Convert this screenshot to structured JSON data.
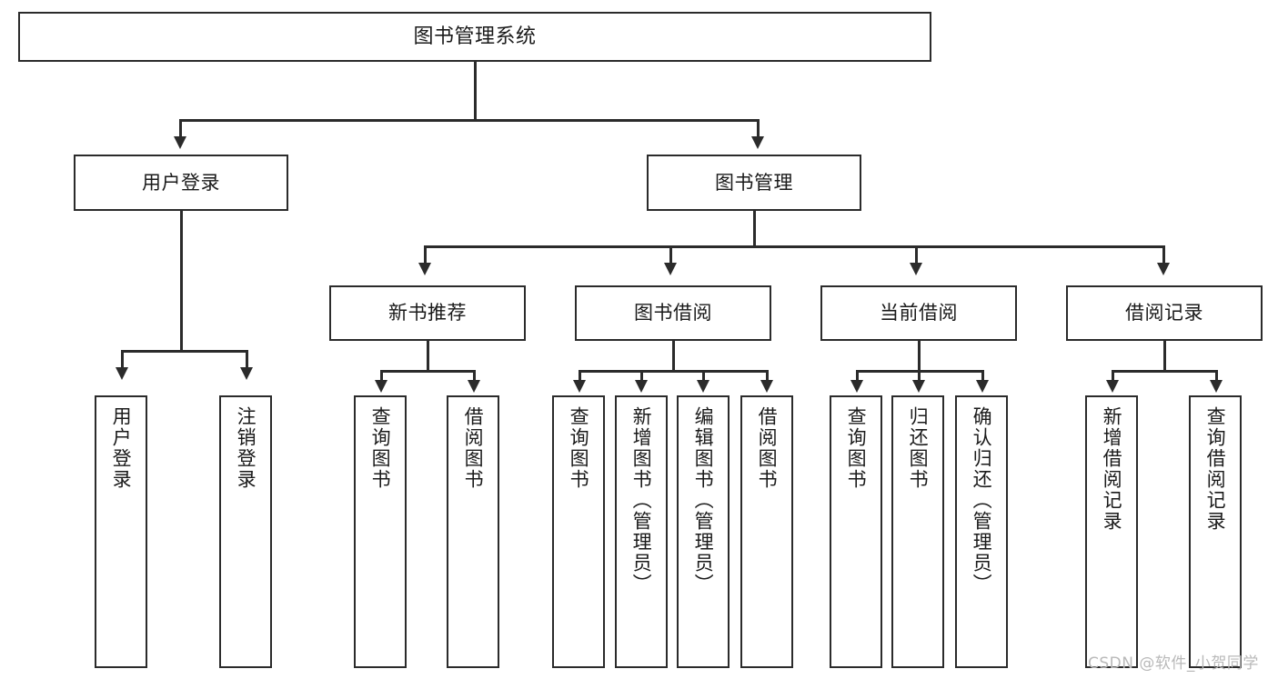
{
  "diagram": {
    "type": "tree",
    "title": "图书管理系统",
    "watermark": "CSDN @软件_小贺同学",
    "colors": {
      "stroke": "#2b2b2b",
      "background": "#ffffff",
      "text": "#1a1a1a",
      "watermark": "#b9b9b9"
    },
    "nodes": {
      "root": {
        "label": "图书管理系统"
      },
      "level2": [
        {
          "label": "用户登录"
        },
        {
          "label": "图书管理"
        }
      ],
      "level3": [
        {
          "label": "新书推荐"
        },
        {
          "label": "图书借阅"
        },
        {
          "label": "当前借阅"
        },
        {
          "label": "借阅记录"
        }
      ],
      "leaves": {
        "user_login": [
          {
            "label": "用户登录"
          },
          {
            "label": "注销登录"
          }
        ],
        "new_book_recommend": [
          {
            "label": "查询图书"
          },
          {
            "label": "借阅图书"
          }
        ],
        "book_borrow": [
          {
            "label": "查询图书"
          },
          {
            "label": "新增图书（管理员）"
          },
          {
            "label": "编辑图书（管理员）"
          },
          {
            "label": "借阅图书"
          }
        ],
        "current_borrow": [
          {
            "label": "查询图书"
          },
          {
            "label": "归还图书"
          },
          {
            "label": "确认归还（管理员）"
          }
        ],
        "borrow_record": [
          {
            "label": "新增借阅记录"
          },
          {
            "label": "查询借阅记录"
          }
        ]
      }
    }
  }
}
